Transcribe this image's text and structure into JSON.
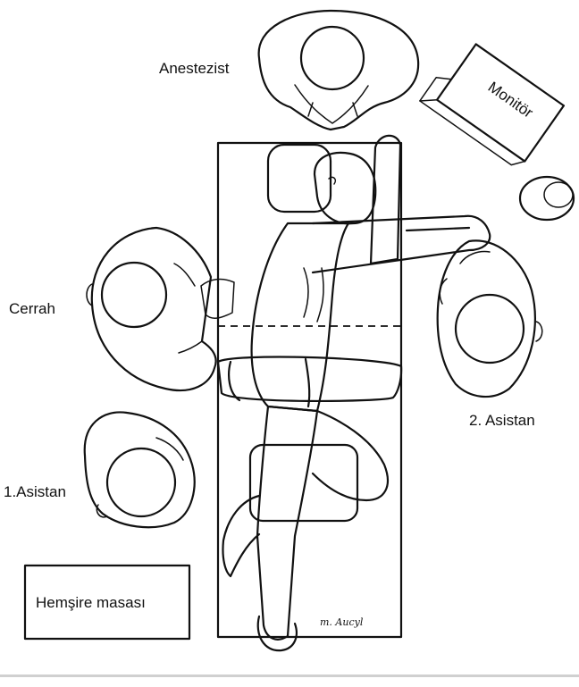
{
  "labels": {
    "anesthetist": "Anestezist",
    "monitor": "Monitör",
    "surgeon": "Cerrah",
    "assistant1": "1.Asistan",
    "assistant2": "2. Asistan",
    "nurse_table": "Hemşire masası",
    "signature": "m. Aucyl"
  }
}
